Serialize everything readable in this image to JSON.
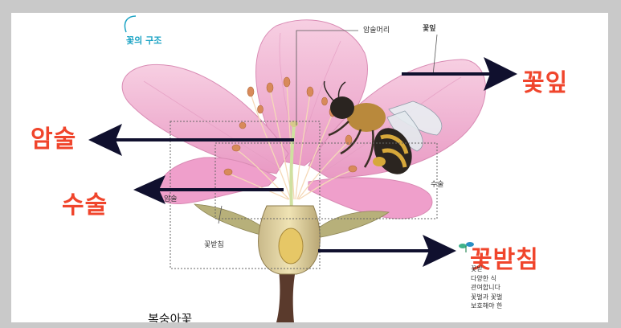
{
  "header": {
    "title": "꽃의 구조"
  },
  "callouts": {
    "pistil_head": "암술머리",
    "petal": "꽃잎",
    "stamen": "수술",
    "pistil": "암술",
    "receptacle": "꽃받침"
  },
  "big_labels": {
    "pistil": "암술",
    "stamen": "수술",
    "petal": "꽃잎",
    "receptacle": "꽃받침"
  },
  "caption": "복숭아꽃",
  "side_text": [
    "꽃받",
    "다양한 식",
    "관여합니다",
    "꽃벌과 꽃벌",
    "보호해야 한"
  ],
  "colors": {
    "petal": "#f2b8d6",
    "annotation": "#f0452c",
    "arrow": "#10102e",
    "title": "#1aa3c4"
  }
}
